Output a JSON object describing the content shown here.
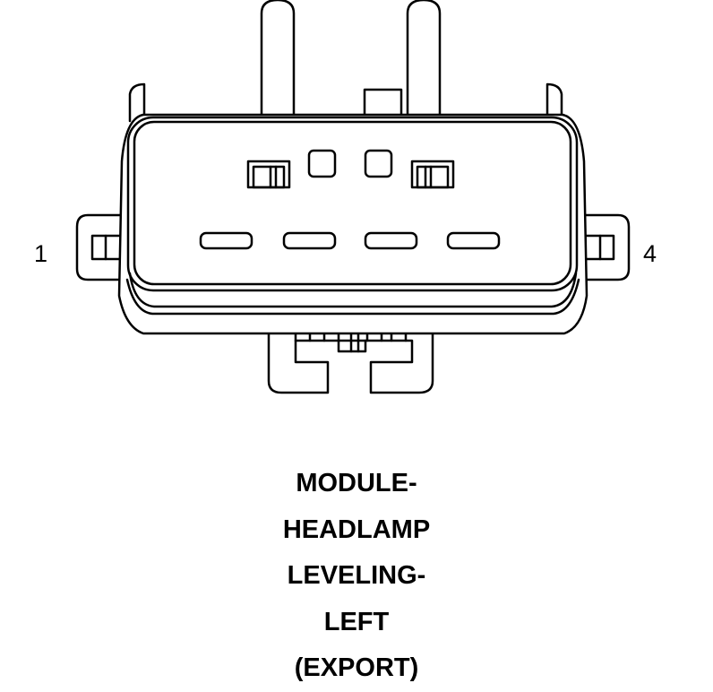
{
  "diagram": {
    "pin_labels": {
      "left": "1",
      "right": "4"
    },
    "caption_lines": [
      "MODULE-",
      "HEADLAMP",
      "LEVELING-",
      "LEFT",
      "(EXPORT)"
    ],
    "line_color": "#000000",
    "background_color": "#ffffff"
  }
}
